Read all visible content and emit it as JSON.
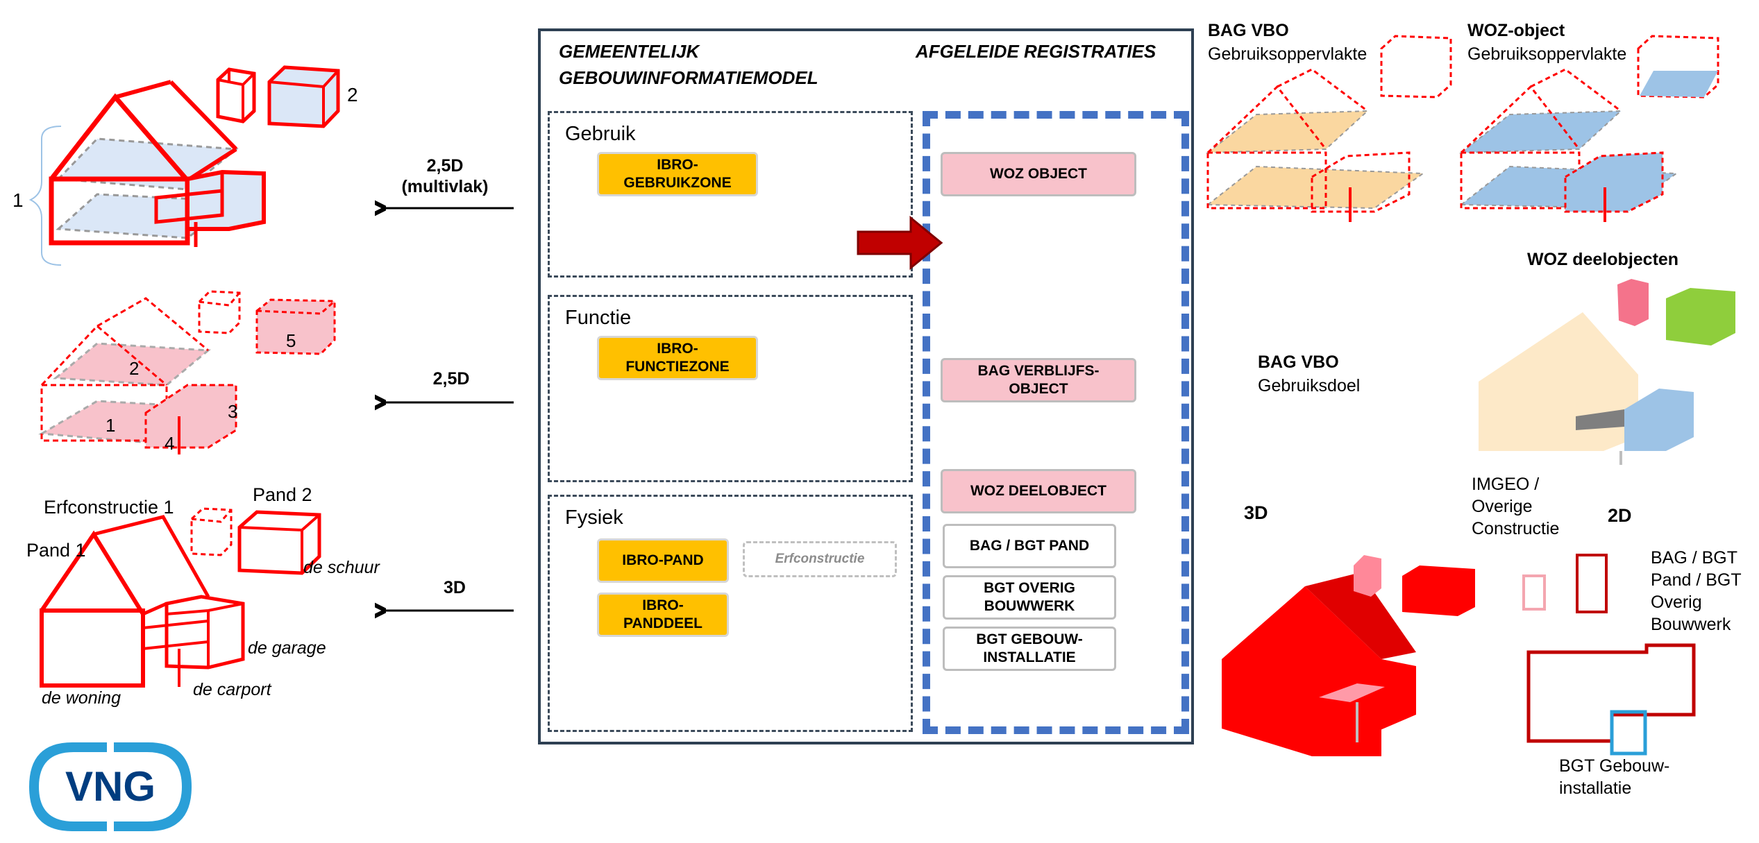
{
  "center": {
    "header_left": "GEMEENTELIJK\nGEBOUWINFORMATIEMODEL",
    "header_right": "AFGELEIDE REGISTRATIES",
    "groups": [
      {
        "title": "Gebruik",
        "items": [
          "IBRO-\nGEBRUIKZONE"
        ]
      },
      {
        "title": "Functie",
        "items": [
          "IBRO-\nFUNCTIEZONE"
        ]
      },
      {
        "title": "Fysiek",
        "items": [
          "IBRO-PAND",
          "IBRO-\nPANDDEEL",
          "Erfconstructie"
        ]
      }
    ],
    "registrations": [
      "WOZ OBJECT",
      "BAG  VERBLIJFS-\nOBJECT",
      "WOZ DEELOBJECT",
      "BAG / BGT PAND",
      "BGT OVERIG\nBOUWWERK",
      "BGT GEBOUW-\nINSTALLATIE"
    ]
  },
  "arrows": [
    "2,5D\n(multivlak)",
    "2,5D",
    "3D"
  ],
  "left": {
    "top_labels": [
      "1",
      "2"
    ],
    "middle_labels": [
      "2",
      "5",
      "1",
      "3",
      "4"
    ],
    "bottom_labels": {
      "erfconstructie": "Erfconstructie 1",
      "pand2": "Pand 2",
      "pand1": "Pand 1",
      "schuur": "de schuur",
      "garage": "de garage",
      "woning": "de woning",
      "carport": "de carport"
    }
  },
  "right": {
    "bag_vbo_1": {
      "title": "BAG VBO",
      "sub": "Gebruiksoppervlakte"
    },
    "woz_object": {
      "title": "WOZ-object",
      "sub": "Gebruiksoppervlakte"
    },
    "woz_deelobjecten": "WOZ deelobjecten",
    "bag_vbo_2": {
      "title": "BAG VBO",
      "sub": "Gebruiksdoel"
    },
    "imgeo": "IMGEO /\nOverige\nConstructie",
    "label_3d": "3D",
    "label_2d": "2D",
    "bag_bgt_pand": "BAG / BGT\nPand / BGT\nOverig\nBouwwerk",
    "bgt_gebouwinstallatie": "BGT Gebouw-\ninstallatie"
  },
  "logo": "VNG",
  "colors": {
    "red": "#ff0000",
    "orange": "#ffc000",
    "pink": "#f8c2cb",
    "blue_dash": "#4472c4",
    "dark_red_arrow": "#c00000",
    "light_blue": "#c5d9f1",
    "light_pink": "#f4a6b0",
    "yellow_fill": "#fad7a0",
    "blue_fill": "#9dc3e6",
    "green": "#8fce3c",
    "vng_blue": "#003d80",
    "vng_light": "#2a9fd8"
  }
}
